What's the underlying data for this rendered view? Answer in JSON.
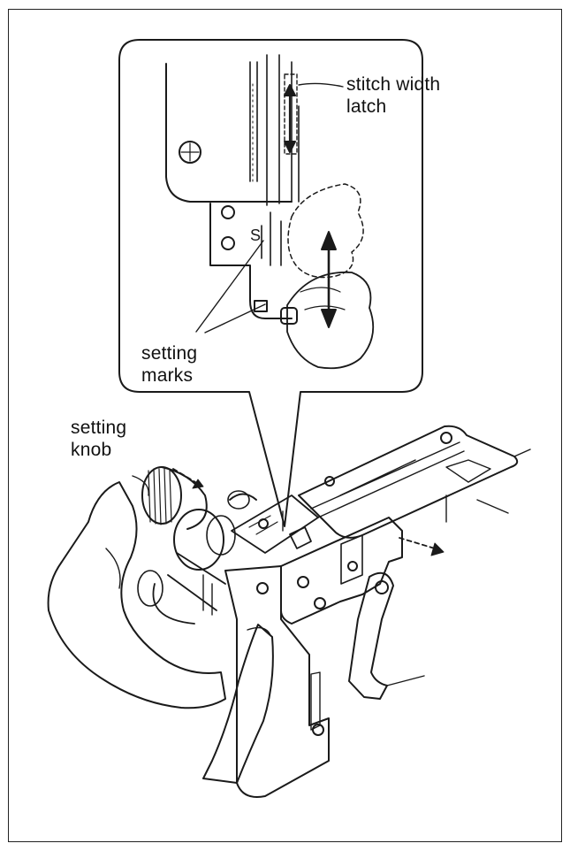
{
  "labels": {
    "stitch_width_latch": "stitch width\nlatch",
    "setting_marks": "setting\nmarks",
    "setting_knob": "setting\nknob"
  },
  "mark_letter": "S",
  "colors": {
    "line": "#1a1a1a",
    "paper": "#ffffff",
    "border": "#222222"
  }
}
